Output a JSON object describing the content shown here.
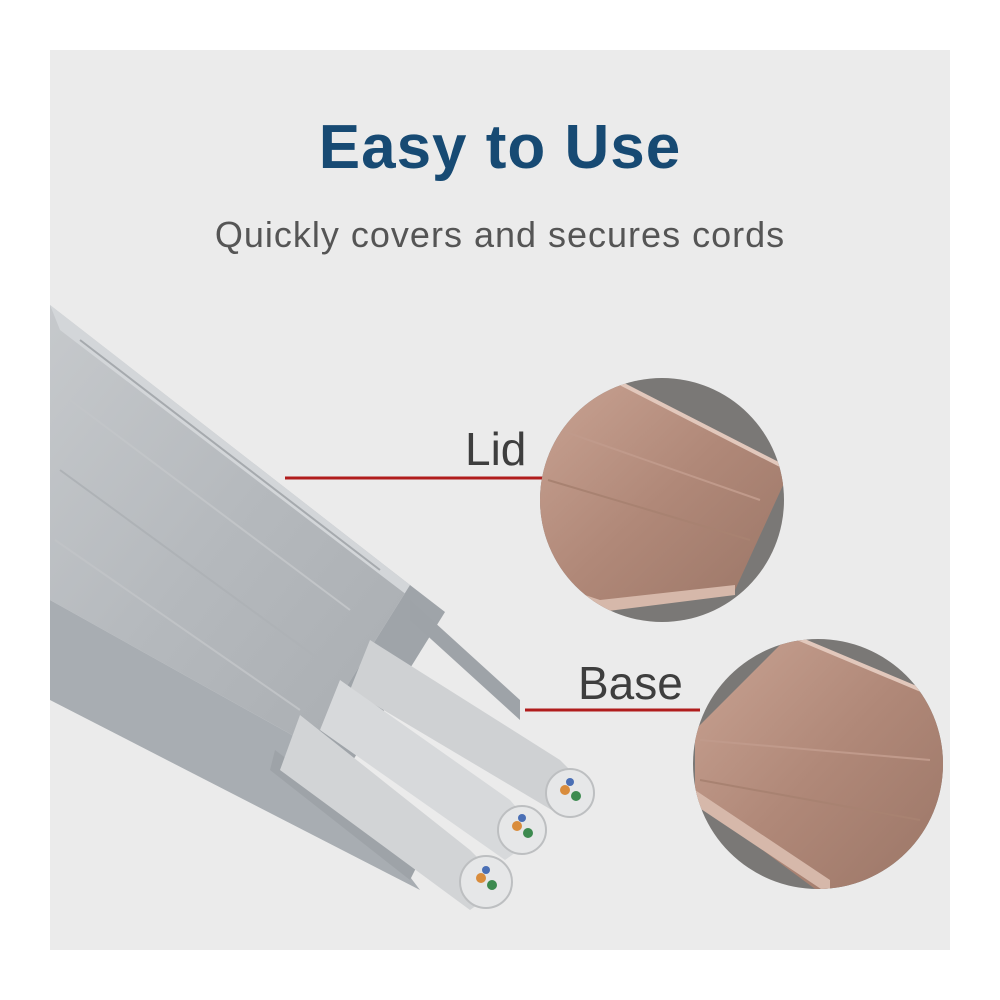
{
  "heading": {
    "title": "Easy to Use",
    "subtitle": "Quickly covers and secures cords"
  },
  "callouts": {
    "lid": "Lid",
    "base": "Base"
  },
  "colors": {
    "title": "#174a73",
    "leader_line": "#b01c1c",
    "raceway": "#b9bdc1",
    "copper": "#b08878"
  }
}
